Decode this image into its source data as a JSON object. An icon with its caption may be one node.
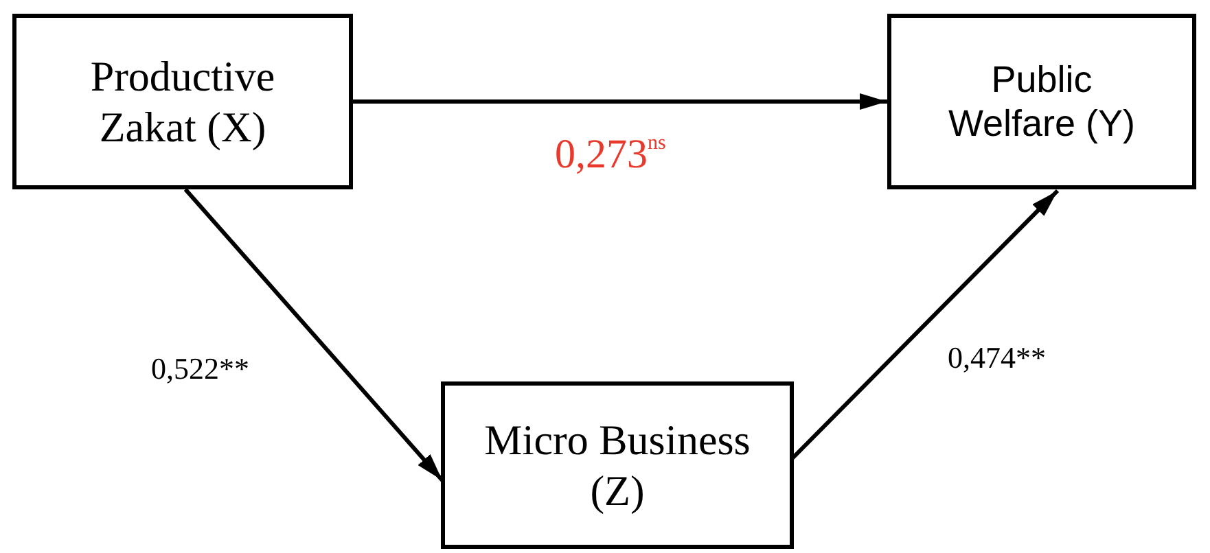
{
  "diagram": {
    "nodes": [
      {
        "text": [
          "Productive Zakat (X)"
        ]
      },
      {
        "text": [
          "Public Welfare (Y)"
        ]
      },
      {
        "text": [
          "Micro Business (Z)"
        ]
      }
    ],
    "edges": [
      {
        "from": 0,
        "to": 1,
        "arrow": "to",
        "label": "0,273$^{ns}$"
      },
      {
        "from": 0,
        "to": 2,
        "arrow": "to",
        "label": "0,522**"
      },
      {
        "from": 2,
        "to": 1,
        "arrow": "to",
        "label": "0,474**"
      }
    ]
  }
}
